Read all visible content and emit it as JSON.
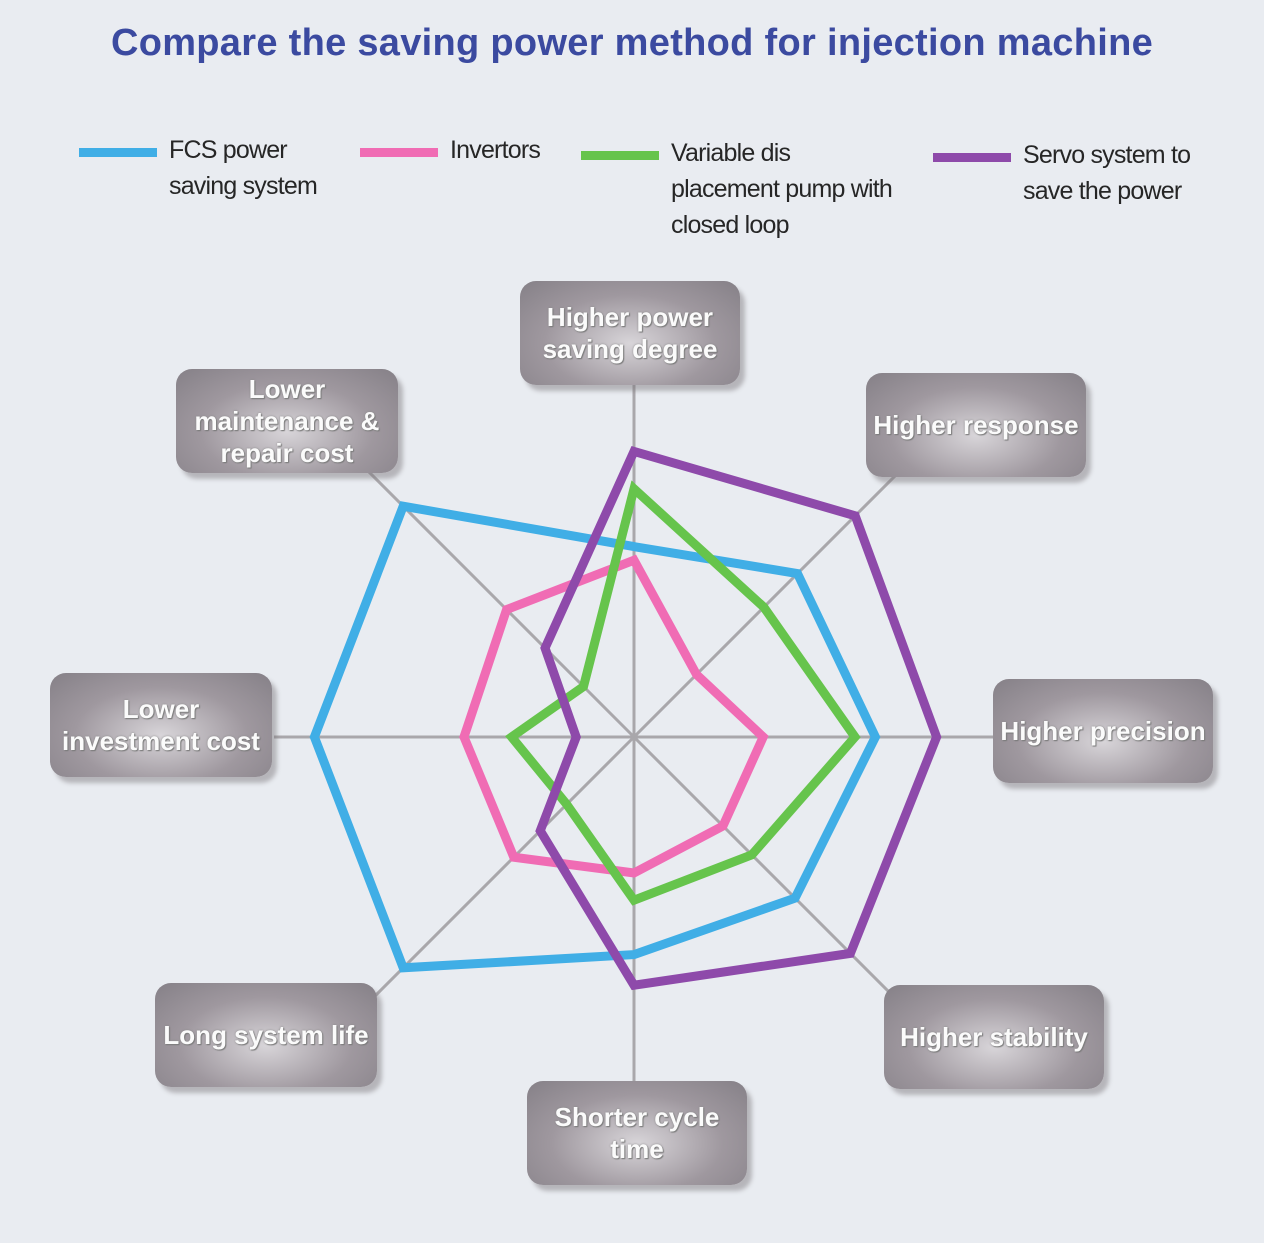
{
  "chart_data": {
    "type": "radar",
    "title": "Compare the saving power method for injection machine",
    "axes": [
      "Higher power saving degree",
      "Higher response",
      "Higher precision",
      "Higher stability",
      "Shorter cycle time",
      "Long system life",
      "Lower investment cost",
      "Lower maintenance & repair cost"
    ],
    "axis_labels_display": [
      "Higher power\nsaving degree",
      "Higher response",
      "Higher precision",
      "Higher stability",
      "Shorter cycle\ntime",
      "Long system life",
      "Lower\ninvestment cost",
      "Lower\nmaintenance &\nrepair cost"
    ],
    "scale": [
      0,
      10
    ],
    "grid": "spokes only",
    "legend_position": "top",
    "series": [
      {
        "name": "FCS power saving system",
        "legend_text": "FCS power\nsaving system",
        "color": "#40aee6",
        "values": [
          5.6,
          6.8,
          7.1,
          6.7,
          6.4,
          9.6,
          9.4,
          9.6
        ]
      },
      {
        "name": "Invertors",
        "legend_text": "Invertors",
        "color": "#f06cb4",
        "values": [
          5.2,
          2.6,
          3.8,
          3.7,
          4.0,
          5.0,
          5.0,
          5.3
        ]
      },
      {
        "name": "Variable displacement pump with closed loop",
        "legend_text": "Variable dis\nplacement pump with\nclosed loop",
        "color": "#66c44c",
        "values": [
          7.3,
          5.4,
          6.5,
          4.9,
          4.8,
          2.8,
          3.6,
          2.1
        ]
      },
      {
        "name": "Servo system to save the power",
        "legend_text": "Servo system to\nsave the power",
        "color": "#8e4aaa",
        "values": [
          8.4,
          9.2,
          8.9,
          9.0,
          7.3,
          3.9,
          1.7,
          3.7
        ]
      }
    ]
  }
}
